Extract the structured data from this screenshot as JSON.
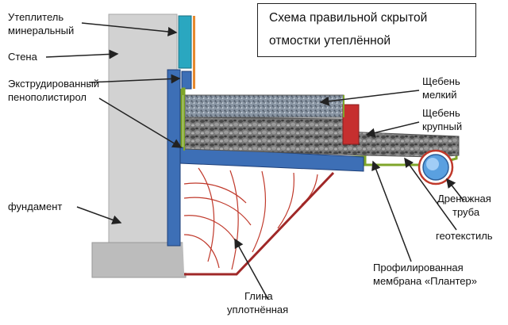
{
  "title": {
    "line1": "Схема правильной скрытой",
    "line2": "отмостки утеплённой"
  },
  "labels": {
    "insulation_mineral_1": "Утеплитель",
    "insulation_mineral_2": "минеральный",
    "wall": "Стена",
    "xps_1": "Экструдированный",
    "xps_2": "пенополистирол",
    "foundation": "фундамент",
    "gravel_fine_1": "Щебень",
    "gravel_fine_2": "мелкий",
    "gravel_coarse_1": "Щебень",
    "gravel_coarse_2": "крупный",
    "drain_pipe_1": "Дренажная",
    "drain_pipe_2": "труба",
    "geotextile": "геотекстиль",
    "membrane_1": "Профилированная",
    "membrane_2": "мембрана «Плантер»",
    "clay_1": "Глина",
    "clay_2": "уплотнённая"
  },
  "colors": {
    "wall": "#d2d2d2",
    "foundation_footing": "#bcbcbc",
    "xps": "#3d6fb6",
    "mineral_insulation": "#2aa7c0",
    "membrane": "#7fa52a",
    "clay_lines": "#c0392b",
    "orange_trim": "#e6892e",
    "fine_gravel": "#7a8796",
    "coarse_gravel": "#6b6b6b",
    "drain_pipe": "#5aa0e0"
  }
}
